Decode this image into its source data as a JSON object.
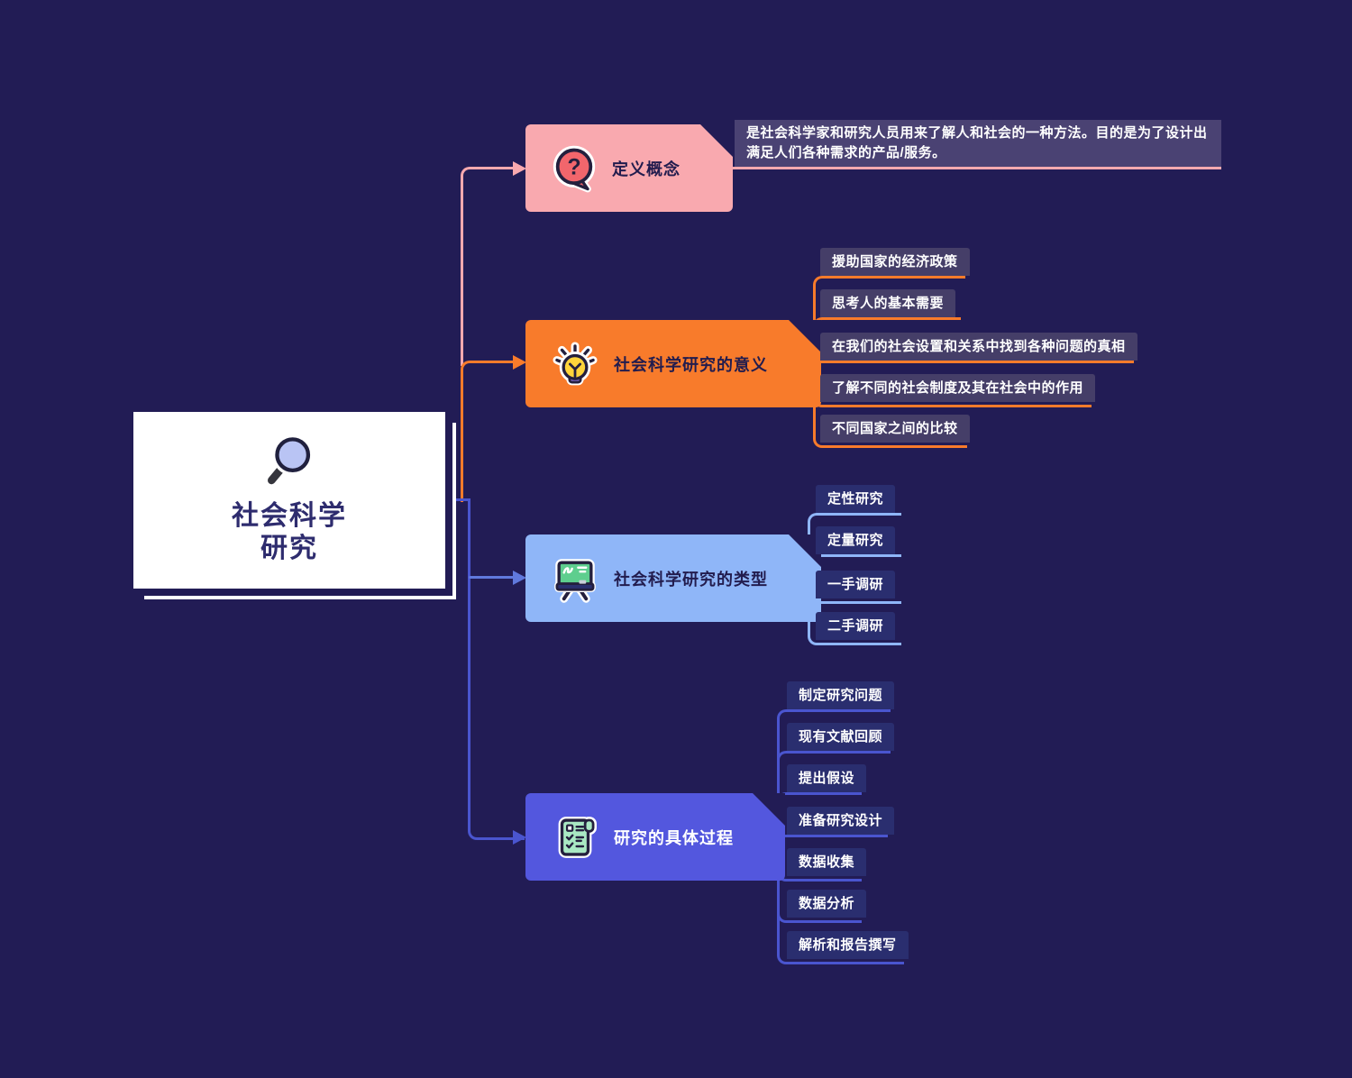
{
  "canvas": {
    "background": "#221C55"
  },
  "root": {
    "icon": "magnifier-icon",
    "title_line1": "社会科学",
    "title_line2": "研究"
  },
  "branches": [
    {
      "id": "define-concept",
      "label": "定义概念",
      "icon": "question-bubble-icon",
      "color": "#F9A9AF",
      "note": {
        "text": "是社会科学家和研究人员用来了解人和社会的一种方法。目的是为了设计出满足人们各种需求的产品/服务。",
        "background": "#4A4273"
      }
    },
    {
      "id": "significance",
      "label": "社会科学研究的意义",
      "icon": "lightbulb-icon",
      "color": "#F87B2B",
      "children": [
        "援助国家的经济政策",
        "思考人的基本需要",
        "在我们的社会设置和关系中找到各种问题的真相",
        "了解不同的社会制度及其在社会中的作用",
        "不同国家之间的比较"
      ]
    },
    {
      "id": "types",
      "label": "社会科学研究的类型",
      "icon": "chalkboard-icon",
      "color": "#8FB6F8",
      "children": [
        "定性研究",
        "定量研究",
        "一手调研",
        "二手调研"
      ]
    },
    {
      "id": "process",
      "label": "研究的具体过程",
      "icon": "checklist-icon",
      "color": "#5357DE",
      "line_color": "#4A55CF",
      "children": [
        "制定研究问题",
        "现有文献回顾",
        "提出假设",
        "准备研究设计",
        "数据收集",
        "数据分析",
        "解析和报告撰写"
      ]
    }
  ]
}
